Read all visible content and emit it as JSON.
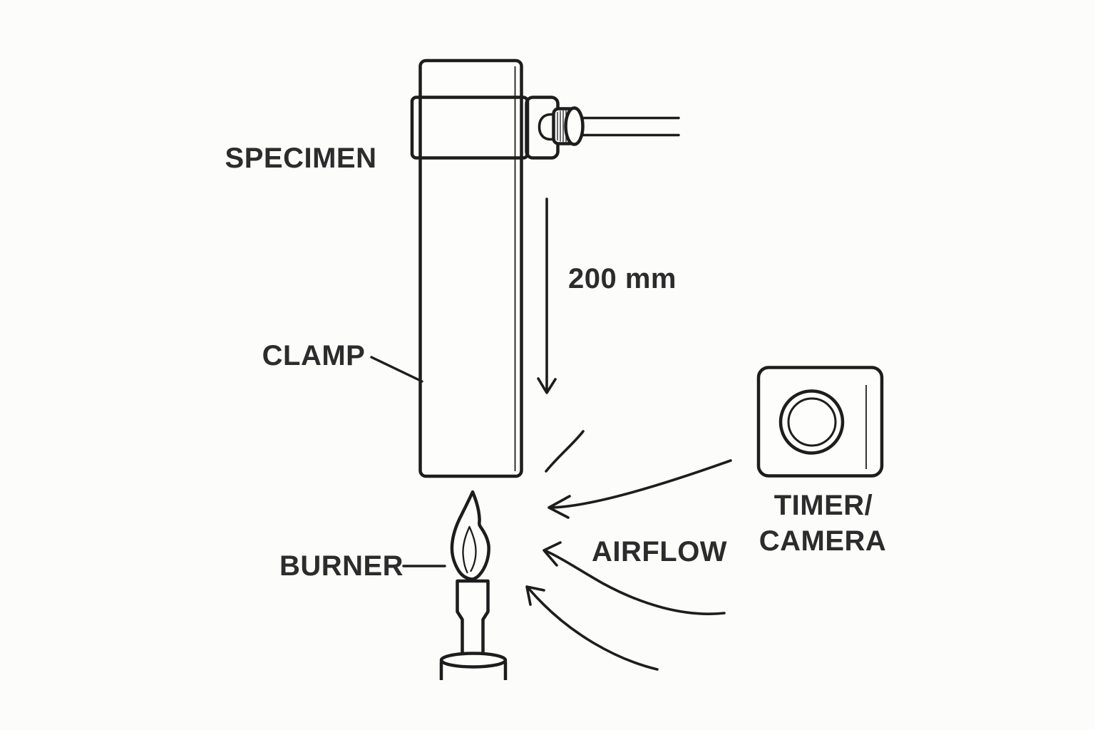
{
  "diagram_title": "vertical-flame-test-setup",
  "labels": {
    "specimen": "SPECIMEN",
    "clamp": "CLAMP",
    "burner": "BURNER",
    "dimension": "200 mm",
    "airflow": "AIRFLOW",
    "timer_camera": [
      "TIMER/",
      "CAMERA"
    ]
  },
  "dimension": {
    "value": 200,
    "unit": "mm"
  },
  "icons": {
    "timer_camera": "camera-lens-icon",
    "flame": "flame-icon",
    "clamp_knob": "knurled-knob-icon",
    "airflow": "curved-arrow-icon",
    "dimension": "down-arrow-icon"
  },
  "colors": {
    "background": "#fcfcfb",
    "line": "#1d1d1d",
    "text": "#2c2c2c"
  }
}
